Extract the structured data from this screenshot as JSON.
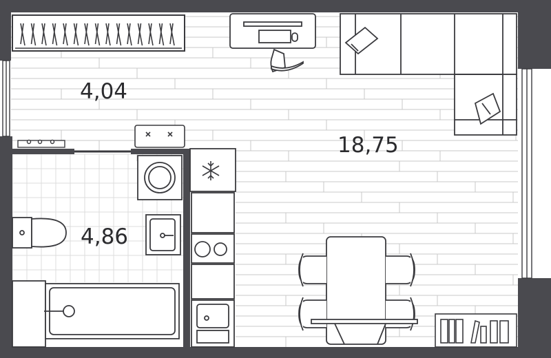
{
  "rooms": {
    "hall_area": "4,04",
    "living_area": "18,75",
    "bathroom_area": "4,86"
  },
  "colors": {
    "wall": "#4a4a4f",
    "line": "#3a3a3e",
    "floor_line": "#c8c8c8",
    "tile_line": "#dcdcdc",
    "background": "#ffffff"
  },
  "icons": {
    "fridge": "snowflake-icon",
    "hob": "hob-icon",
    "sink": "sink-icon"
  }
}
